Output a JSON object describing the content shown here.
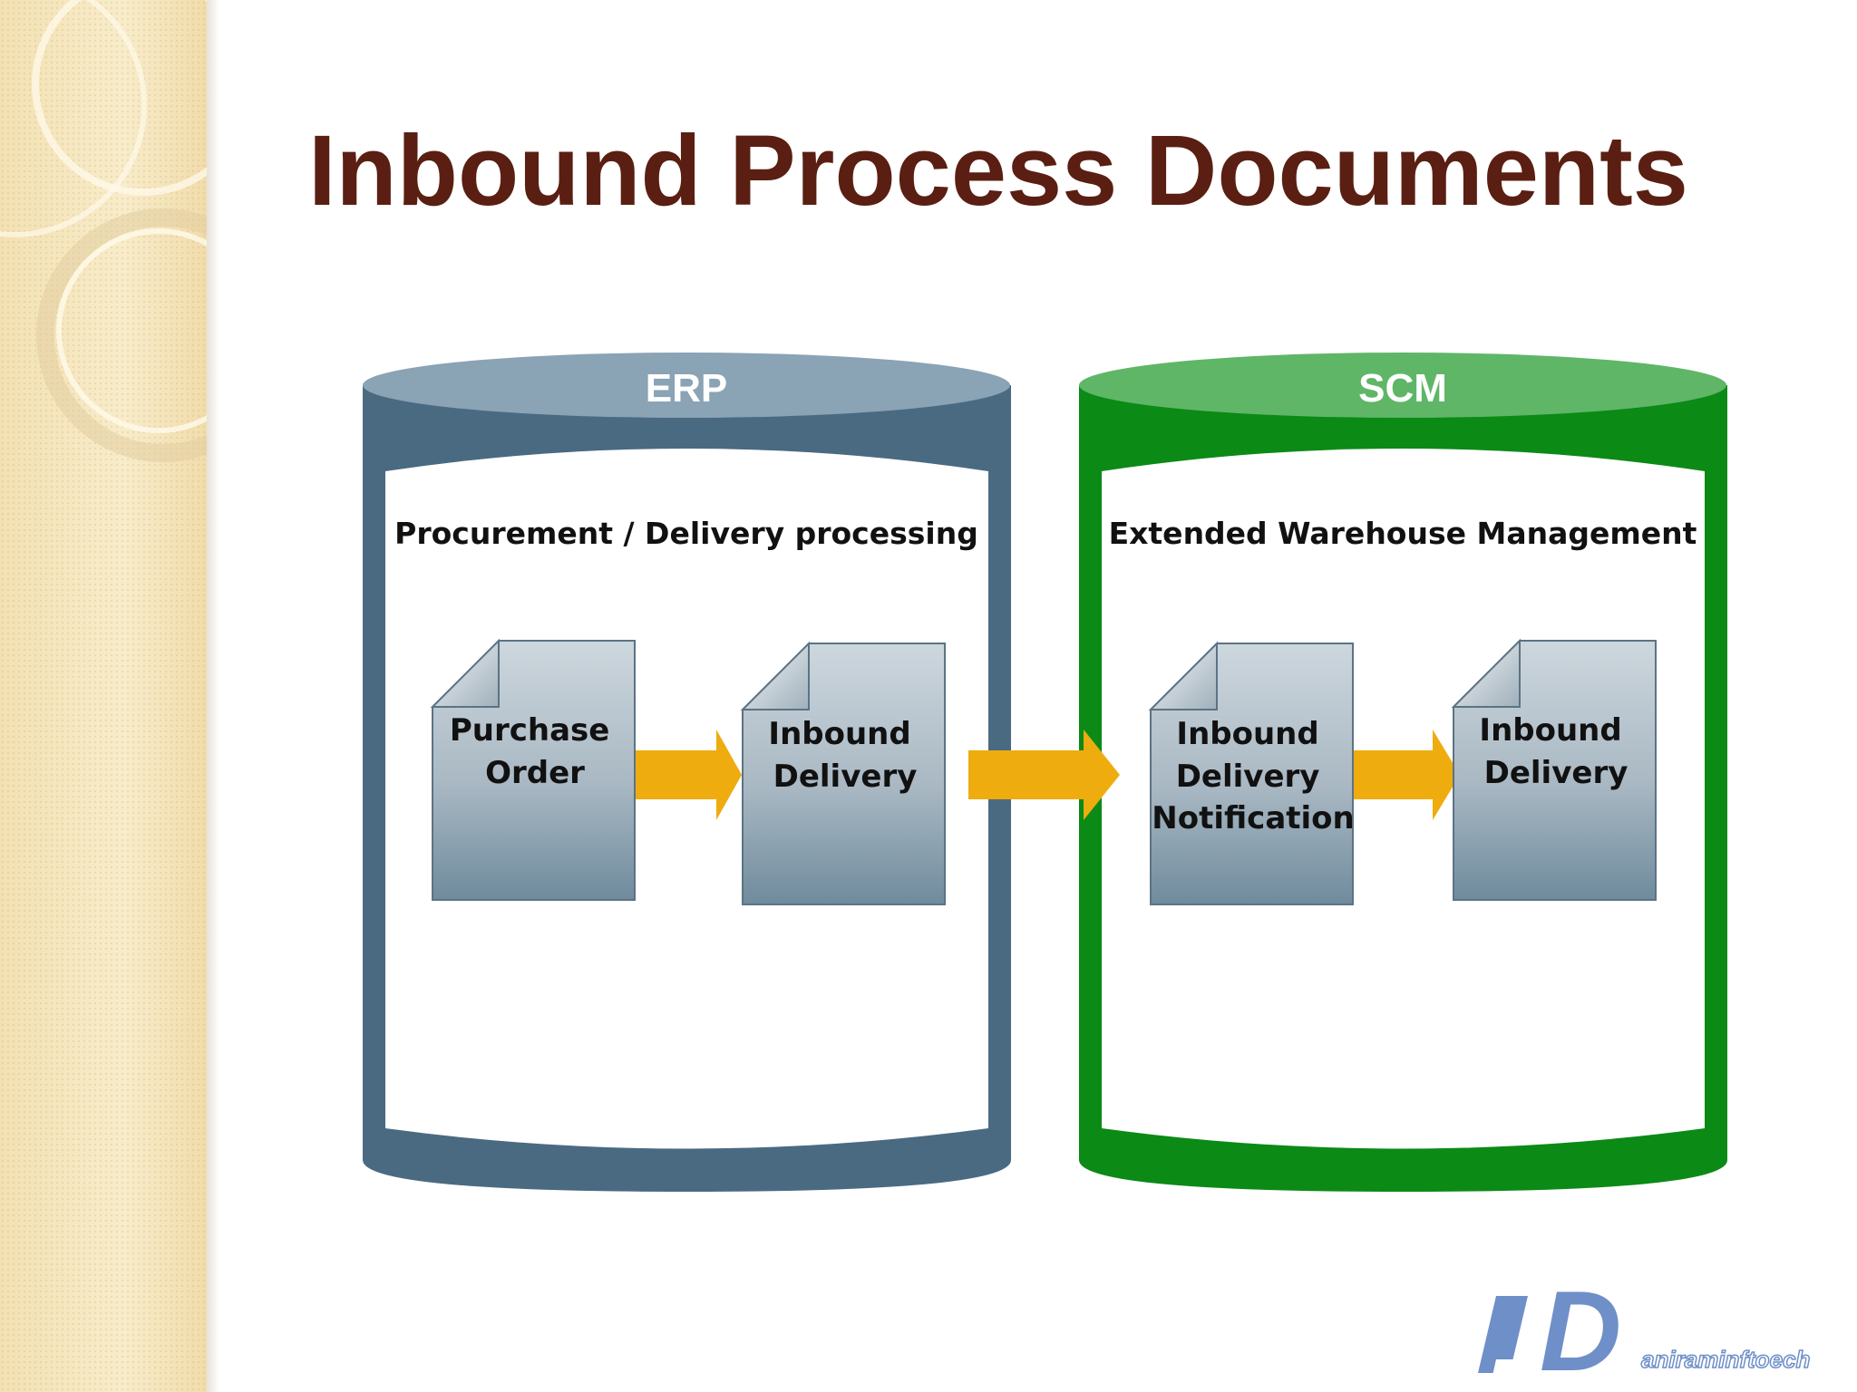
{
  "slide": {
    "title": "Inbound Process Documents"
  },
  "systems": [
    {
      "name": "ERP",
      "area": "Procurement / Delivery processing",
      "color": "#4a6a82",
      "top_color": "#8aa3b5",
      "documents": [
        "Purchase Order",
        "Inbound Delivery"
      ]
    },
    {
      "name": "SCM",
      "area": "Extended Warehouse Management",
      "color": "#0b8a16",
      "top_color": "#5fb667",
      "documents": [
        "Inbound Delivery Notification",
        "Inbound Delivery"
      ]
    }
  ],
  "colors": {
    "title": "#5a1f12",
    "arrow": "#eeac0f",
    "document_top": "#c9d3da",
    "document_bottom": "#6e8a9c"
  },
  "logo": {
    "mark": "D",
    "text": "aniraminftoech",
    "color": "#6f8fc8"
  }
}
